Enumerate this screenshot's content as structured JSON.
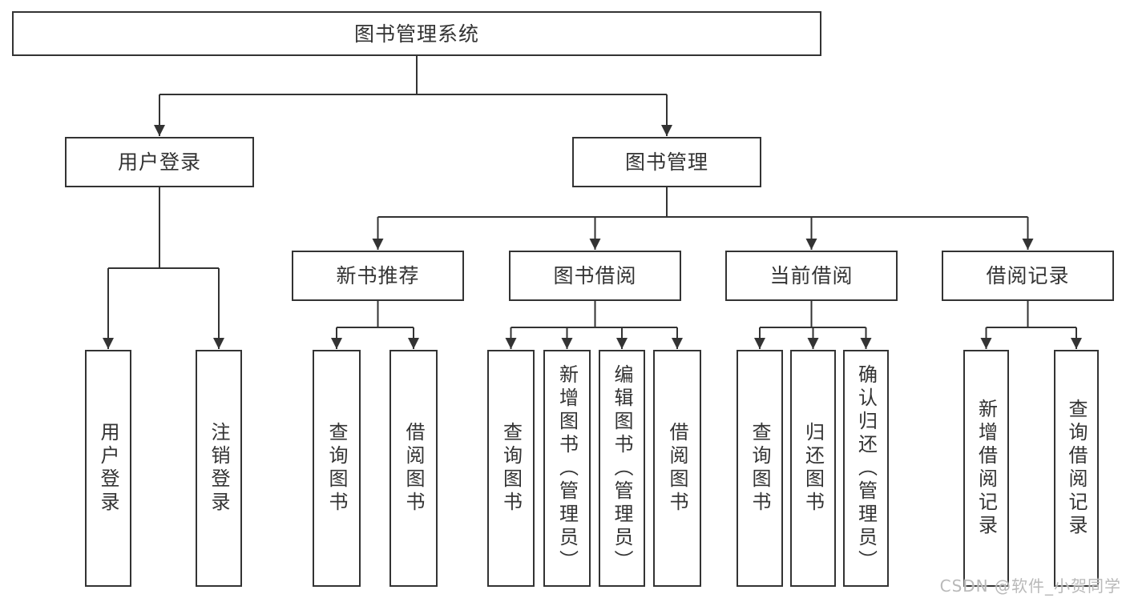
{
  "diagram": {
    "type": "hierarchy-tree",
    "tree": {
      "root": {
        "label": "图书管理系统"
      },
      "branches": [
        {
          "label": "用户登录",
          "children": [
            {
              "label": "用户登录"
            },
            {
              "label": "注销登录"
            }
          ]
        },
        {
          "label": "图书管理",
          "children": [
            {
              "label": "新书推荐",
              "children": [
                {
                  "label": "查询图书"
                },
                {
                  "label": "借阅图书"
                }
              ]
            },
            {
              "label": "图书借阅",
              "children": [
                {
                  "label": "查询图书"
                },
                {
                  "label": "新增图书（管理员）"
                },
                {
                  "label": "编辑图书（管理员）"
                },
                {
                  "label": "借阅图书"
                }
              ]
            },
            {
              "label": "当前借阅",
              "children": [
                {
                  "label": "查询图书"
                },
                {
                  "label": "归还图书"
                },
                {
                  "label": "确认归还（管理员）"
                }
              ]
            },
            {
              "label": "借阅记录",
              "children": [
                {
                  "label": "新增借阅记录"
                },
                {
                  "label": "查询借阅记录"
                }
              ]
            }
          ]
        }
      ]
    },
    "colors": {
      "line": "#333333",
      "text": "#333333",
      "box_background": "#ffffff",
      "page_background": "#ffffff",
      "watermark": "#b9b9b9"
    }
  },
  "watermark": {
    "text": "CSDN @软件_小贺同学"
  }
}
